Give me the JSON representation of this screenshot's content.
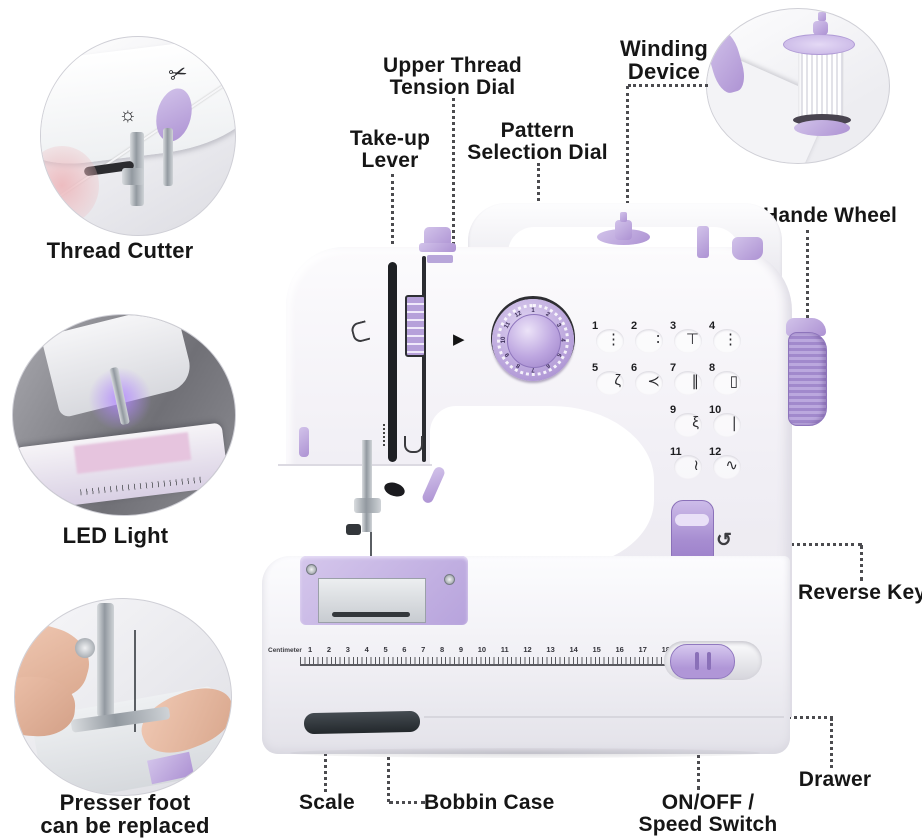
{
  "callouts": {
    "thread_cutter": {
      "label": "Thread Cutter"
    },
    "led_light": {
      "label": "LED Light"
    },
    "presser_foot": {
      "line1": "Presser foot",
      "line2": "can be replaced"
    },
    "winding_device": {
      "line1": "Winding",
      "line2": "Device"
    },
    "upper_tension": {
      "line1": "Upper Thread",
      "line2": "Tension Dial"
    },
    "take_up": {
      "line1": "Take-up",
      "line2": "Lever"
    },
    "pattern_dial": {
      "line1": "Pattern",
      "line2": "Selection Dial"
    },
    "hand_wheel": {
      "label": "Hande Wheel"
    },
    "reverse_key": {
      "label": "Reverse Key"
    },
    "drawer": {
      "label": "Drawer"
    },
    "on_off": {
      "line1": "ON/OFF /",
      "line2": "Speed Switch"
    },
    "scale": {
      "label": "Scale"
    },
    "bobbin_case": {
      "label": "Bobbin Case"
    }
  },
  "machine": {
    "stitch_chart": {
      "rows": [
        [
          {
            "n": "1",
            "icon": "⋮"
          },
          {
            "n": "2",
            "icon": "∶"
          },
          {
            "n": "3",
            "icon": "⊤"
          },
          {
            "n": "4",
            "icon": "⋮"
          }
        ],
        [
          {
            "n": "5",
            "icon": "ζ"
          },
          {
            "n": "6",
            "icon": "≺"
          },
          {
            "n": "7",
            "icon": "∥"
          },
          {
            "n": "8",
            "icon": "▯"
          }
        ],
        [
          null,
          null,
          {
            "n": "9",
            "icon": "ξ"
          },
          {
            "n": "10",
            "icon": "∣"
          }
        ],
        [
          null,
          null,
          {
            "n": "11",
            "icon": "≀"
          },
          {
            "n": "12",
            "icon": "∿"
          }
        ]
      ]
    },
    "pattern_dial": {
      "numbers": [
        "1",
        "2",
        "3",
        "4",
        "5",
        "6",
        "7",
        "8",
        "9",
        "10",
        "11",
        "12"
      ]
    },
    "ruler": {
      "unit_label": "Centimeter",
      "numbers": [
        "1",
        "2",
        "3",
        "4",
        "5",
        "6",
        "7",
        "8",
        "9",
        "10",
        "11",
        "12",
        "13",
        "14",
        "15",
        "16",
        "17",
        "18"
      ]
    }
  },
  "icons": {
    "scissors": "✂",
    "light": "☼",
    "reverse": "↺",
    "dial_pointer": "▶"
  },
  "colors": {
    "accent_purple": "#b9a3dd",
    "body_light": "#f2f1f5",
    "slot_dark": "#26282c",
    "leader": "#4b4b4f",
    "label_text": "#161616"
  }
}
